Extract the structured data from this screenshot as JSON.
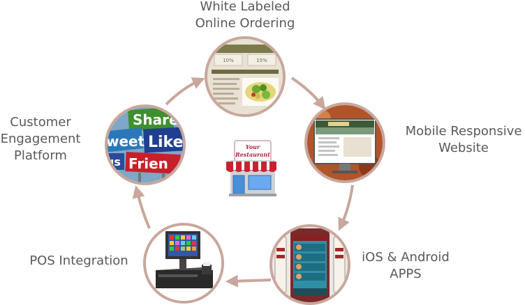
{
  "diagram": {
    "center": {
      "sign_line1": "Your",
      "sign_line2": "Restaurant"
    },
    "nodes": [
      {
        "id": "online-ordering",
        "label_lines": [
          "White Labeled",
          "Online Ordering"
        ]
      },
      {
        "id": "mobile-website",
        "label_lines": [
          "Mobile Responsive",
          "Website"
        ]
      },
      {
        "id": "mobile-apps",
        "label_lines": [
          "iOS & Android",
          "APPS"
        ]
      },
      {
        "id": "pos",
        "label_lines": [
          "POS Integration"
        ]
      },
      {
        "id": "engagement",
        "label_lines": [
          "Customer",
          "Engagement",
          "Platform"
        ]
      }
    ],
    "social_words": [
      "Share",
      "Like",
      "weet",
      "Frien",
      "us"
    ],
    "ordering_promos": [
      "10%",
      "15%"
    ],
    "colors": {
      "arrow": "#c8a79c",
      "ring": "#c8a79c",
      "text": "#58595b"
    }
  }
}
